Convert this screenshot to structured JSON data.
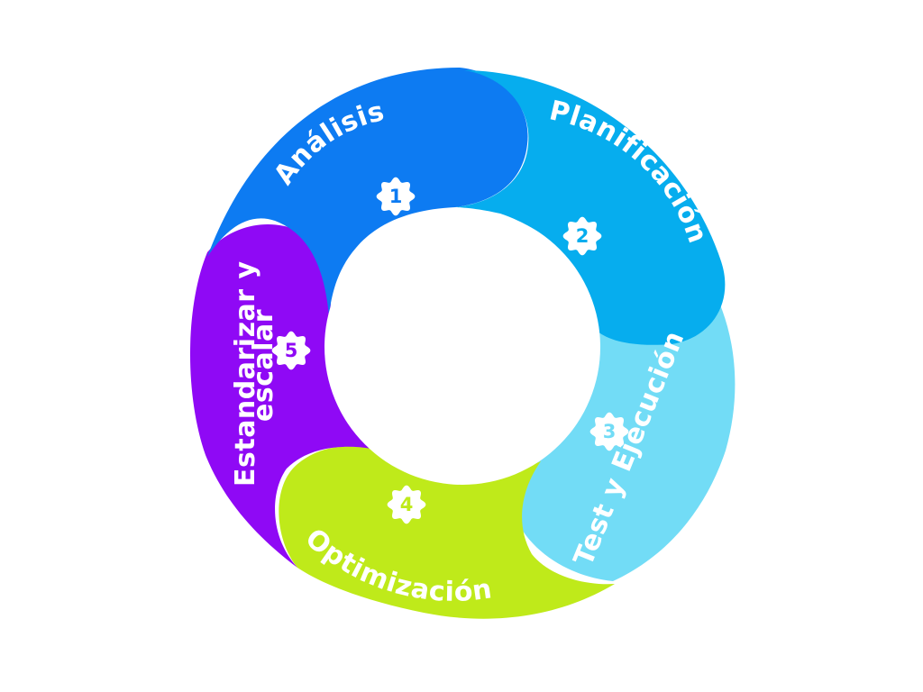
{
  "diagram": {
    "center_color": "#ffffff",
    "steps": [
      {
        "number": "1",
        "label": "Análisis",
        "color": "#0D7BF2",
        "icon": "gear-badge-icon"
      },
      {
        "number": "2",
        "label": "Planificación",
        "color": "#06ADEE",
        "icon": "gear-badge-icon"
      },
      {
        "number": "3",
        "label": "Test y Ejecución",
        "color": "#72DCF6",
        "icon": "gear-badge-icon"
      },
      {
        "number": "4",
        "label": "Optimización",
        "color": "#BFEA1A",
        "icon": "gear-badge-icon"
      },
      {
        "number": "5",
        "label_lines": [
          "Estandarizar y",
          "escalar"
        ],
        "color": "#8F09F5",
        "icon": "gear-badge-icon"
      }
    ]
  }
}
